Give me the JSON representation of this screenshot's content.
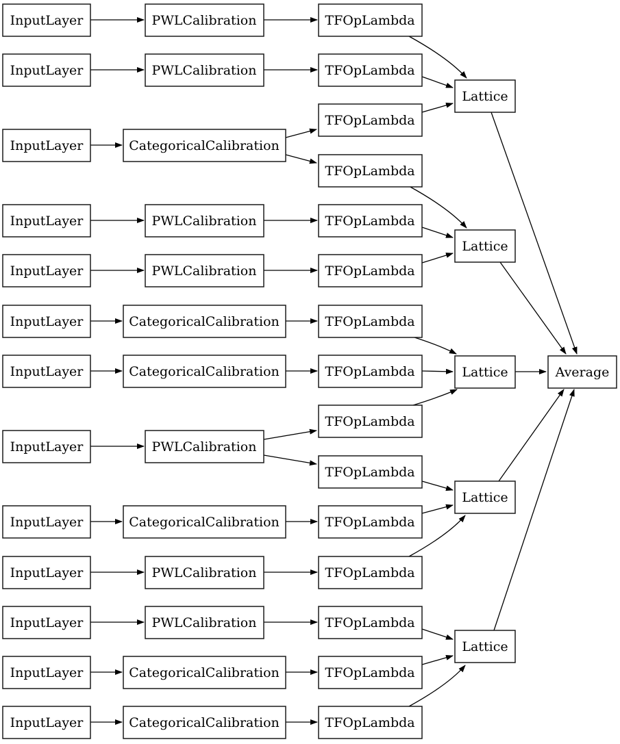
{
  "graph": {
    "kind": "keras-model-plot",
    "colors": {
      "background": "#ffffff",
      "node_fill": "#ffffff",
      "stroke": "#000000",
      "text": "#000000"
    },
    "node_type_labels": {
      "input": "InputLayer",
      "pwl": "PWLCalibration",
      "categorical": "CategoricalCalibration",
      "lambda": "TFOpLambda",
      "lattice": "Lattice",
      "average": "Average"
    },
    "nodes": [
      {
        "id": "input_1",
        "label": "InputLayer",
        "type": "InputLayer"
      },
      {
        "id": "input_2",
        "label": "InputLayer",
        "type": "InputLayer"
      },
      {
        "id": "input_3",
        "label": "InputLayer",
        "type": "InputLayer"
      },
      {
        "id": "input_4",
        "label": "InputLayer",
        "type": "InputLayer"
      },
      {
        "id": "input_5",
        "label": "InputLayer",
        "type": "InputLayer"
      },
      {
        "id": "input_6",
        "label": "InputLayer",
        "type": "InputLayer"
      },
      {
        "id": "input_7",
        "label": "InputLayer",
        "type": "InputLayer"
      },
      {
        "id": "input_8",
        "label": "InputLayer",
        "type": "InputLayer"
      },
      {
        "id": "input_9",
        "label": "InputLayer",
        "type": "InputLayer"
      },
      {
        "id": "input_10",
        "label": "InputLayer",
        "type": "InputLayer"
      },
      {
        "id": "input_11",
        "label": "InputLayer",
        "type": "InputLayer"
      },
      {
        "id": "input_12",
        "label": "InputLayer",
        "type": "InputLayer"
      },
      {
        "id": "input_13",
        "label": "InputLayer",
        "type": "InputLayer"
      },
      {
        "id": "calib_1",
        "label": "PWLCalibration",
        "type": "PWLCalibration"
      },
      {
        "id": "calib_2",
        "label": "PWLCalibration",
        "type": "PWLCalibration"
      },
      {
        "id": "calib_3",
        "label": "CategoricalCalibration",
        "type": "CategoricalCalibration"
      },
      {
        "id": "calib_4",
        "label": "PWLCalibration",
        "type": "PWLCalibration"
      },
      {
        "id": "calib_5",
        "label": "PWLCalibration",
        "type": "PWLCalibration"
      },
      {
        "id": "calib_6",
        "label": "CategoricalCalibration",
        "type": "CategoricalCalibration"
      },
      {
        "id": "calib_7",
        "label": "CategoricalCalibration",
        "type": "CategoricalCalibration"
      },
      {
        "id": "calib_8",
        "label": "PWLCalibration",
        "type": "PWLCalibration"
      },
      {
        "id": "calib_9",
        "label": "CategoricalCalibration",
        "type": "CategoricalCalibration"
      },
      {
        "id": "calib_10",
        "label": "PWLCalibration",
        "type": "PWLCalibration"
      },
      {
        "id": "calib_11",
        "label": "PWLCalibration",
        "type": "PWLCalibration"
      },
      {
        "id": "calib_12",
        "label": "CategoricalCalibration",
        "type": "CategoricalCalibration"
      },
      {
        "id": "calib_13",
        "label": "CategoricalCalibration",
        "type": "CategoricalCalibration"
      },
      {
        "id": "lambda_1",
        "label": "TFOpLambda",
        "type": "TFOpLambda"
      },
      {
        "id": "lambda_2",
        "label": "TFOpLambda",
        "type": "TFOpLambda"
      },
      {
        "id": "lambda_3",
        "label": "TFOpLambda",
        "type": "TFOpLambda"
      },
      {
        "id": "lambda_4",
        "label": "TFOpLambda",
        "type": "TFOpLambda"
      },
      {
        "id": "lambda_5",
        "label": "TFOpLambda",
        "type": "TFOpLambda"
      },
      {
        "id": "lambda_6",
        "label": "TFOpLambda",
        "type": "TFOpLambda"
      },
      {
        "id": "lambda_7",
        "label": "TFOpLambda",
        "type": "TFOpLambda"
      },
      {
        "id": "lambda_8",
        "label": "TFOpLambda",
        "type": "TFOpLambda"
      },
      {
        "id": "lambda_9",
        "label": "TFOpLambda",
        "type": "TFOpLambda"
      },
      {
        "id": "lambda_10",
        "label": "TFOpLambda",
        "type": "TFOpLambda"
      },
      {
        "id": "lambda_11",
        "label": "TFOpLambda",
        "type": "TFOpLambda"
      },
      {
        "id": "lambda_12",
        "label": "TFOpLambda",
        "type": "TFOpLambda"
      },
      {
        "id": "lambda_13",
        "label": "TFOpLambda",
        "type": "TFOpLambda"
      },
      {
        "id": "lambda_14",
        "label": "TFOpLambda",
        "type": "TFOpLambda"
      },
      {
        "id": "lambda_15",
        "label": "TFOpLambda",
        "type": "TFOpLambda"
      },
      {
        "id": "lattice_1",
        "label": "Lattice",
        "type": "Lattice"
      },
      {
        "id": "lattice_2",
        "label": "Lattice",
        "type": "Lattice"
      },
      {
        "id": "lattice_3",
        "label": "Lattice",
        "type": "Lattice"
      },
      {
        "id": "lattice_4",
        "label": "Lattice",
        "type": "Lattice"
      },
      {
        "id": "lattice_5",
        "label": "Lattice",
        "type": "Lattice"
      },
      {
        "id": "average",
        "label": "Average",
        "type": "Average"
      }
    ],
    "edges": [
      [
        "input_1",
        "calib_1"
      ],
      [
        "input_2",
        "calib_2"
      ],
      [
        "input_3",
        "calib_3"
      ],
      [
        "input_4",
        "calib_4"
      ],
      [
        "input_5",
        "calib_5"
      ],
      [
        "input_6",
        "calib_6"
      ],
      [
        "input_7",
        "calib_7"
      ],
      [
        "input_8",
        "calib_8"
      ],
      [
        "input_9",
        "calib_9"
      ],
      [
        "input_10",
        "calib_10"
      ],
      [
        "input_11",
        "calib_11"
      ],
      [
        "input_12",
        "calib_12"
      ],
      [
        "input_13",
        "calib_13"
      ],
      [
        "calib_1",
        "lambda_1"
      ],
      [
        "calib_2",
        "lambda_2"
      ],
      [
        "calib_3",
        "lambda_3"
      ],
      [
        "calib_3",
        "lambda_4"
      ],
      [
        "calib_4",
        "lambda_5"
      ],
      [
        "calib_5",
        "lambda_6"
      ],
      [
        "calib_6",
        "lambda_7"
      ],
      [
        "calib_7",
        "lambda_8"
      ],
      [
        "calib_8",
        "lambda_9"
      ],
      [
        "calib_8",
        "lambda_10"
      ],
      [
        "calib_9",
        "lambda_11"
      ],
      [
        "calib_10",
        "lambda_12"
      ],
      [
        "calib_11",
        "lambda_13"
      ],
      [
        "calib_12",
        "lambda_14"
      ],
      [
        "calib_13",
        "lambda_15"
      ],
      [
        "lambda_1",
        "lattice_1"
      ],
      [
        "lambda_2",
        "lattice_1"
      ],
      [
        "lambda_3",
        "lattice_1"
      ],
      [
        "lambda_4",
        "lattice_2"
      ],
      [
        "lambda_5",
        "lattice_2"
      ],
      [
        "lambda_6",
        "lattice_2"
      ],
      [
        "lambda_7",
        "lattice_3"
      ],
      [
        "lambda_8",
        "lattice_3"
      ],
      [
        "lambda_9",
        "lattice_3"
      ],
      [
        "lambda_10",
        "lattice_4"
      ],
      [
        "lambda_11",
        "lattice_4"
      ],
      [
        "lambda_12",
        "lattice_4"
      ],
      [
        "lambda_13",
        "lattice_5"
      ],
      [
        "lambda_14",
        "lattice_5"
      ],
      [
        "lambda_15",
        "lattice_5"
      ],
      [
        "lattice_1",
        "average"
      ],
      [
        "lattice_2",
        "average"
      ],
      [
        "lattice_3",
        "average"
      ],
      [
        "lattice_4",
        "average"
      ],
      [
        "lattice_5",
        "average"
      ]
    ]
  }
}
